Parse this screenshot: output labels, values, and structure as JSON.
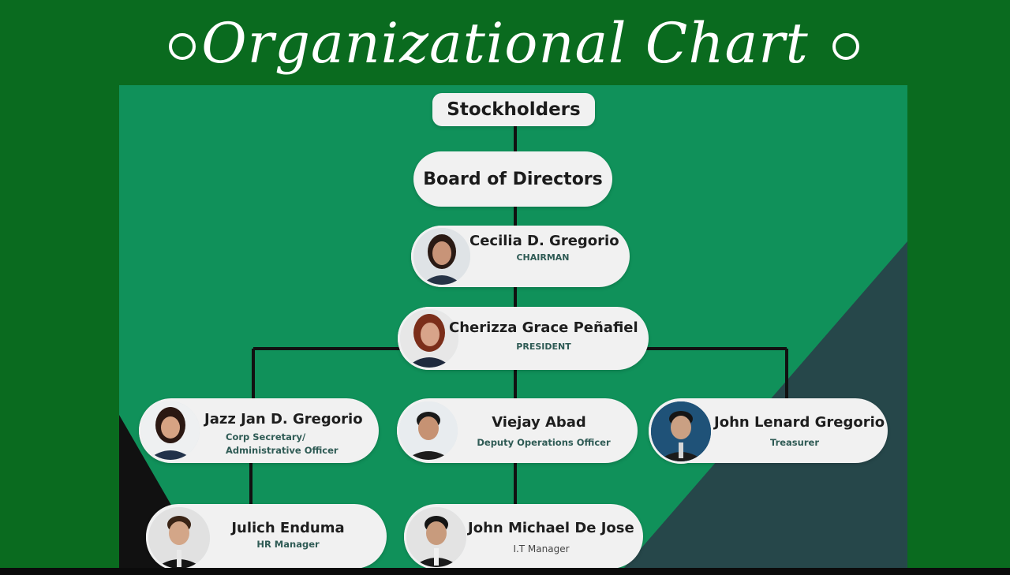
{
  "title": "Organizational Chart",
  "colors": {
    "page_bg": "#0a6b1f",
    "panel_green": "#10915a",
    "panel_dark_teal": "#26474a",
    "panel_black": "#111111",
    "node_bg": "#f1f1f1",
    "connector": "#111111"
  },
  "nodes": {
    "stockholders": "Stockholders",
    "board": "Board of Directors",
    "chairman": {
      "name": "Cecilia D. Gregorio",
      "role": "CHAIRMAN"
    },
    "president": {
      "name": "Cherizza Grace Peñafiel",
      "role": "PRESIDENT"
    },
    "secretary": {
      "name": "Jazz Jan D. Gregorio",
      "role_line1": "Corp Secretary/",
      "role_line2": "Administrative Officer"
    },
    "deputy": {
      "name": "Viejay Abad",
      "role": "Deputy Operations Officer"
    },
    "treasurer": {
      "name": "John Lenard Gregorio",
      "role": "Treasurer"
    },
    "hr": {
      "name": "Julich Enduma",
      "role": "HR Manager"
    },
    "it": {
      "name": "John Michael De Jose",
      "role": "I.T Manager"
    }
  }
}
